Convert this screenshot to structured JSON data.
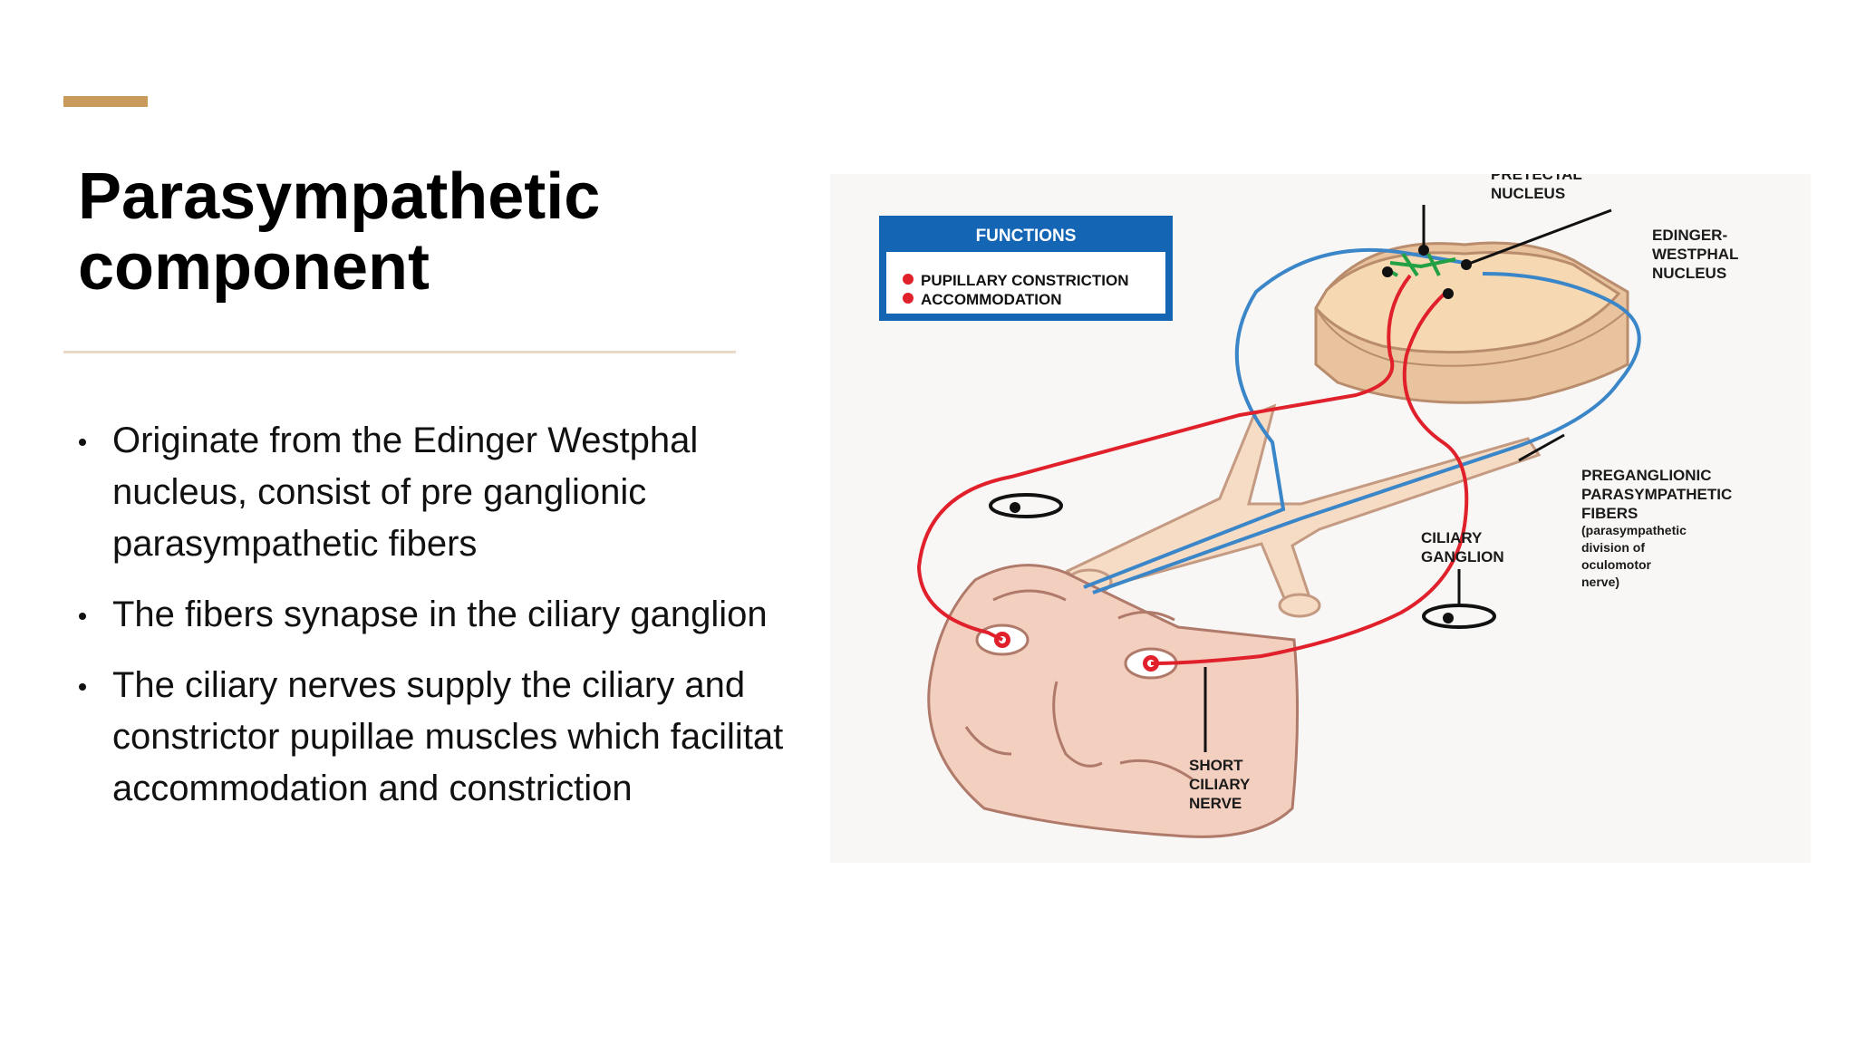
{
  "slide": {
    "title_lines": [
      "Parasympathetic",
      "component"
    ],
    "bullets": [
      {
        "lines": [
          "Originate from the Edinger Westphal",
          "nucleus, consist of pre ganglionic",
          "parasympathetic fibers"
        ]
      },
      {
        "lines": [
          "The fibers synapse in the ciliary ganglion"
        ]
      },
      {
        "lines": [
          "The ciliary nerves supply the ciliary and",
          "constrictor pupillae muscles which facilitat",
          "accommodation and constriction"
        ]
      }
    ]
  },
  "diagram": {
    "functions_box": {
      "title": "FUNCTIONS",
      "items": [
        "PUPILLARY CONSTRICTION",
        "ACCOMMODATION"
      ]
    },
    "labels": {
      "pretectal": [
        "PRETECTAL",
        "NUCLEUS"
      ],
      "edinger": [
        "EDINGER-",
        "WESTPHAL",
        "NUCLEUS"
      ],
      "preganglionic": [
        "PREGANGLIONIC",
        "PARASYMPATHETIC",
        "FIBERS"
      ],
      "preganglionic_note": [
        "(parasympathetic",
        "division of",
        "oculomotor",
        "nerve)"
      ],
      "ciliary_ganglion": [
        "CILIARY",
        "GANGLION"
      ],
      "short_ciliary": [
        "SHORT",
        "CILIARY",
        "NERVE"
      ]
    },
    "colors": {
      "parasympathetic_fiber": "#e0202a",
      "pretectal_fiber": "#3a86c8",
      "synapse": "#22a043",
      "box_border": "#1565b5",
      "tissue": "#f6d8b3",
      "skin": "#f3cfc0"
    }
  }
}
